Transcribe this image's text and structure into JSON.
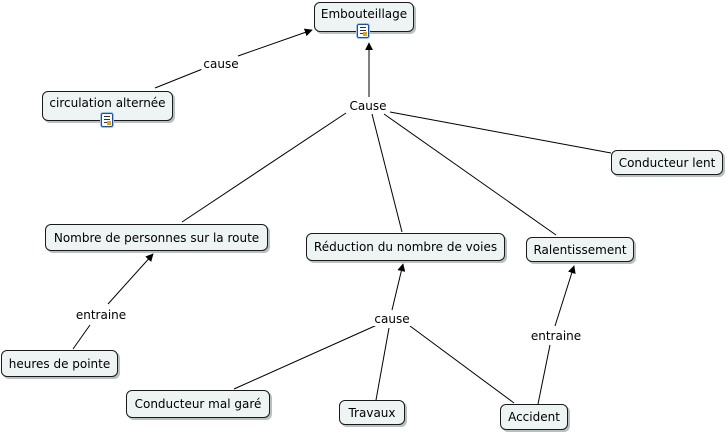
{
  "nodes": {
    "embouteillage": "Embouteillage",
    "circulation": "circulation alternée",
    "conducteur_lent": "Conducteur lent",
    "nombre_personnes": "Nombre de personnes sur la route",
    "reduction_voies": "Réduction du nombre de voies",
    "ralentissement": "Ralentissement",
    "heures_pointe": "heures de pointe",
    "conducteur_mal_gare": "Conducteur mal garé",
    "travaux": "Travaux",
    "accident": "Accident"
  },
  "links": {
    "cause_top": "cause",
    "cause_center": "Cause",
    "entraine_left": "entraine",
    "cause_bottom": "cause",
    "entraine_right": "entraine"
  },
  "icons": {
    "resource": "document-resource-icon"
  }
}
